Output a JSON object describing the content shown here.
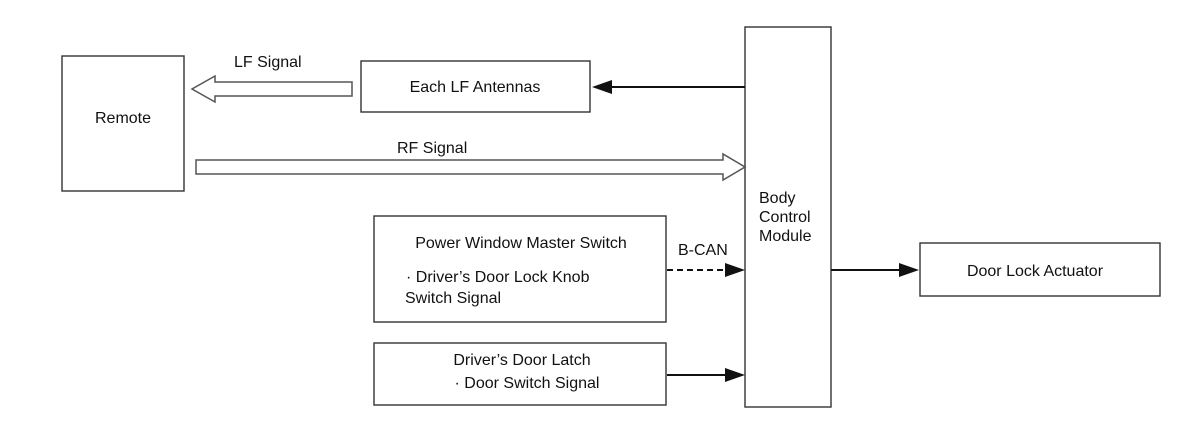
{
  "blocks": {
    "remote": "Remote",
    "lf_antennas": "Each LF Antennas",
    "bcm": [
      "Body",
      "Control",
      "Module"
    ],
    "power_window": {
      "title": "Power Window Master Switch",
      "signal_line1": "· Driver’s Door Lock Knob",
      "signal_line2": "Switch Signal"
    },
    "door_latch": {
      "title": "Driver’s Door Latch",
      "signal": "· Door Switch Signal"
    },
    "actuator": "Door Lock Actuator"
  },
  "signals": {
    "lf": "LF Signal",
    "rf": "RF Signal",
    "bcan": "B-CAN"
  }
}
